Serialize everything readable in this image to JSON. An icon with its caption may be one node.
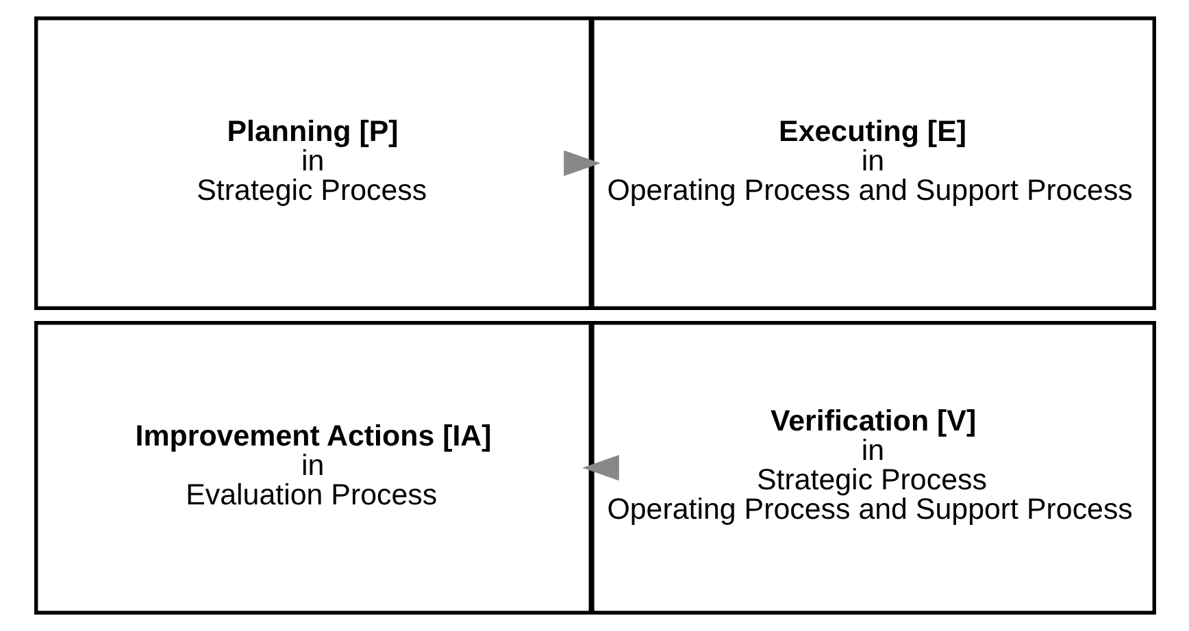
{
  "diagram": {
    "nodes": [
      {
        "text": [
          "Planning [P]",
          "in",
          "Strategic Process"
        ]
      },
      {
        "text": [
          "Executing [E]",
          "in",
          "Operating Process and Support Process"
        ]
      },
      {
        "text": [
          "Improvement Actions [IA]",
          "in",
          "Evaluation Process"
        ]
      },
      {
        "text": [
          "Verification [V]",
          "in",
          "Strategic Process",
          "Operating Process and Support Process"
        ]
      }
    ],
    "edges": [
      {
        "from": 0,
        "to": 1,
        "arrow": "to"
      },
      {
        "from": 3,
        "to": 2,
        "arrow": "to"
      }
    ]
  }
}
